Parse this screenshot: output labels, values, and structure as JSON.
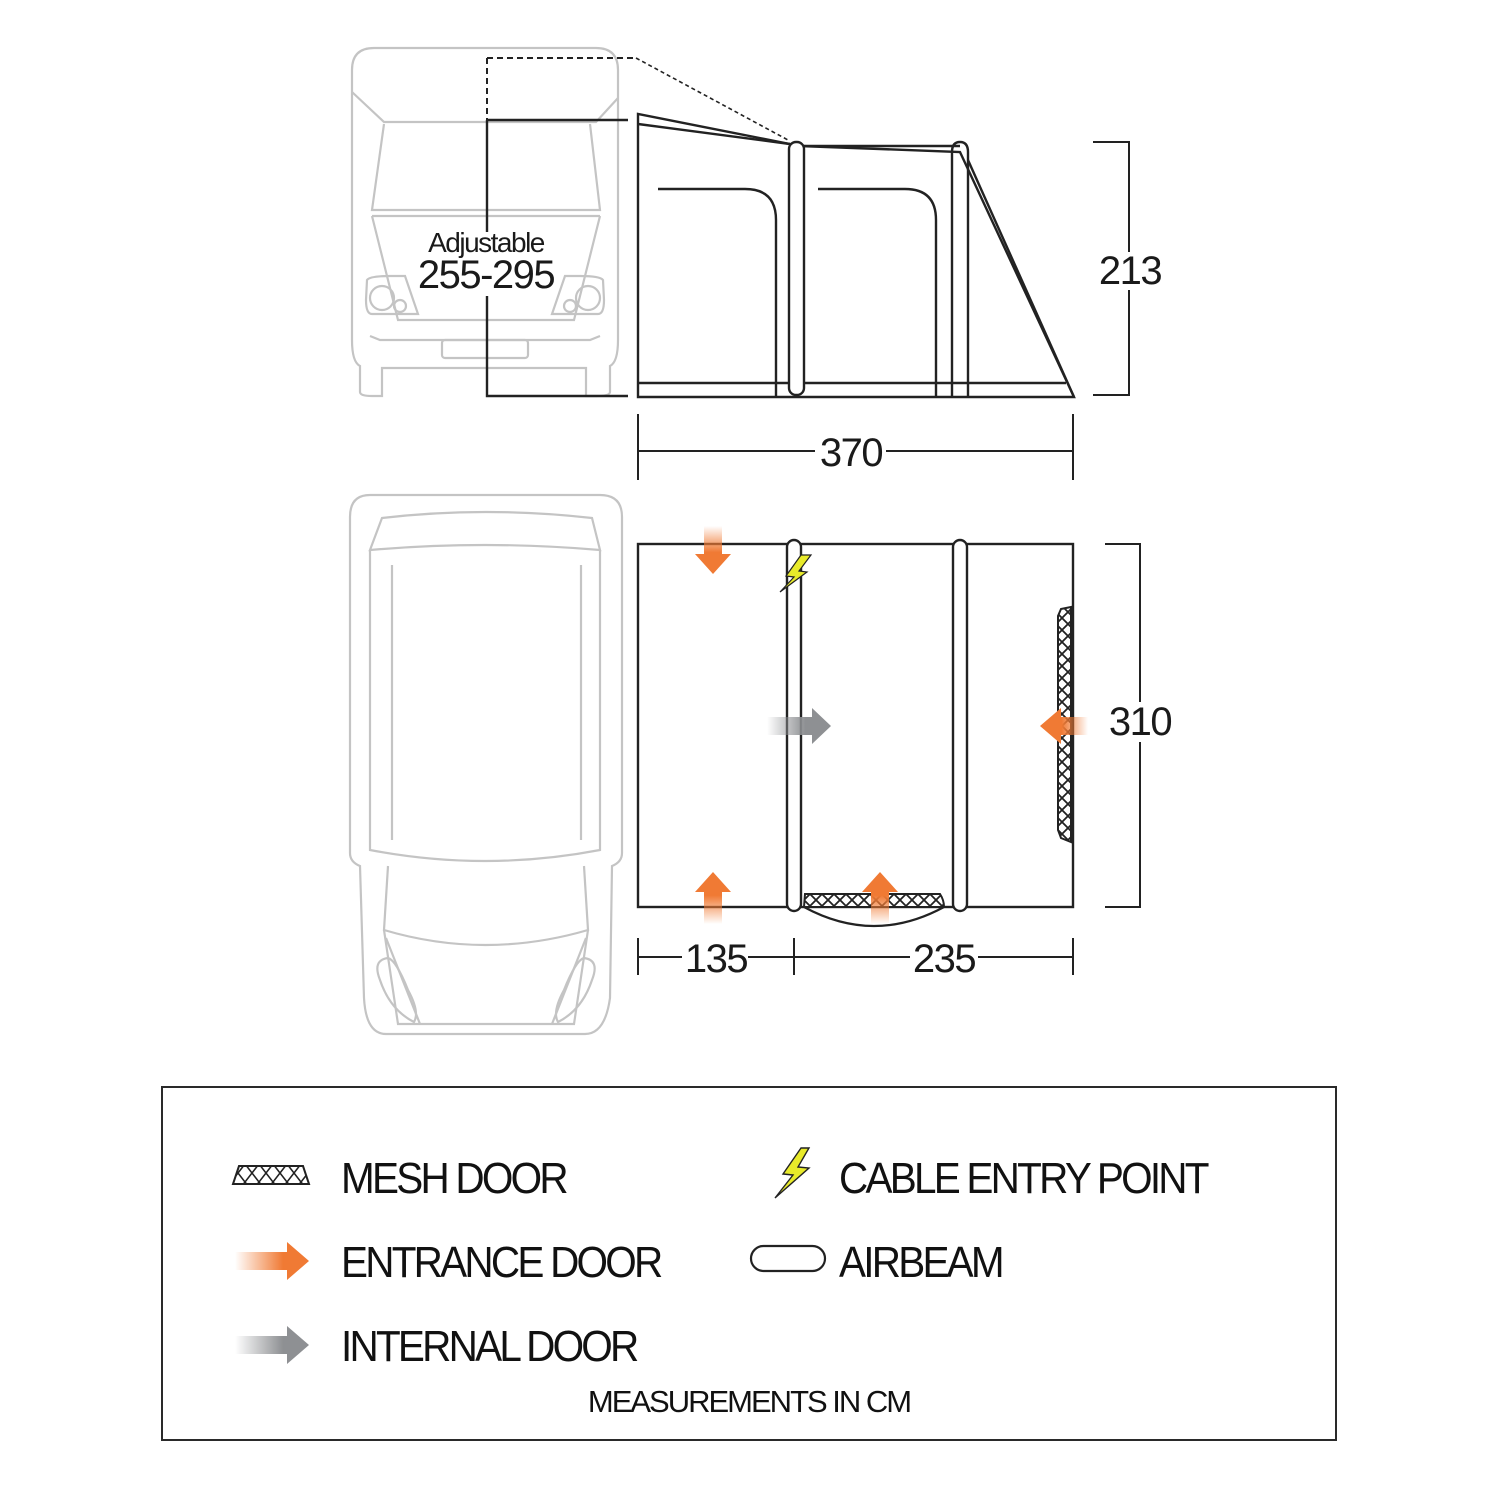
{
  "side_view": {
    "adjustable_label": "Adjustable",
    "adjustable_range": "255-295",
    "height_label": "213",
    "width_label": "370"
  },
  "plan_view": {
    "depth_label": "310",
    "section_left_label": "135",
    "section_right_label": "235"
  },
  "legend": {
    "items": [
      {
        "icon": "mesh-door-icon",
        "label": "MESH DOOR"
      },
      {
        "icon": "cable-entry-point-icon",
        "label": "CABLE ENTRY POINT"
      },
      {
        "icon": "entrance-door-arrow-icon",
        "label": "ENTRANCE DOOR"
      },
      {
        "icon": "airbeam-icon",
        "label": "AIRBEAM"
      },
      {
        "icon": "internal-door-arrow-icon",
        "label": "INTERNAL DOOR"
      }
    ],
    "footer": "MEASUREMENTS IN CM"
  },
  "colors": {
    "entrance_arrow": "#f07a34",
    "internal_arrow": "#8e9093",
    "cable_bolt": "#e8ea2a",
    "vehicle_outline": "#c4c4c4",
    "line": "#222222"
  }
}
